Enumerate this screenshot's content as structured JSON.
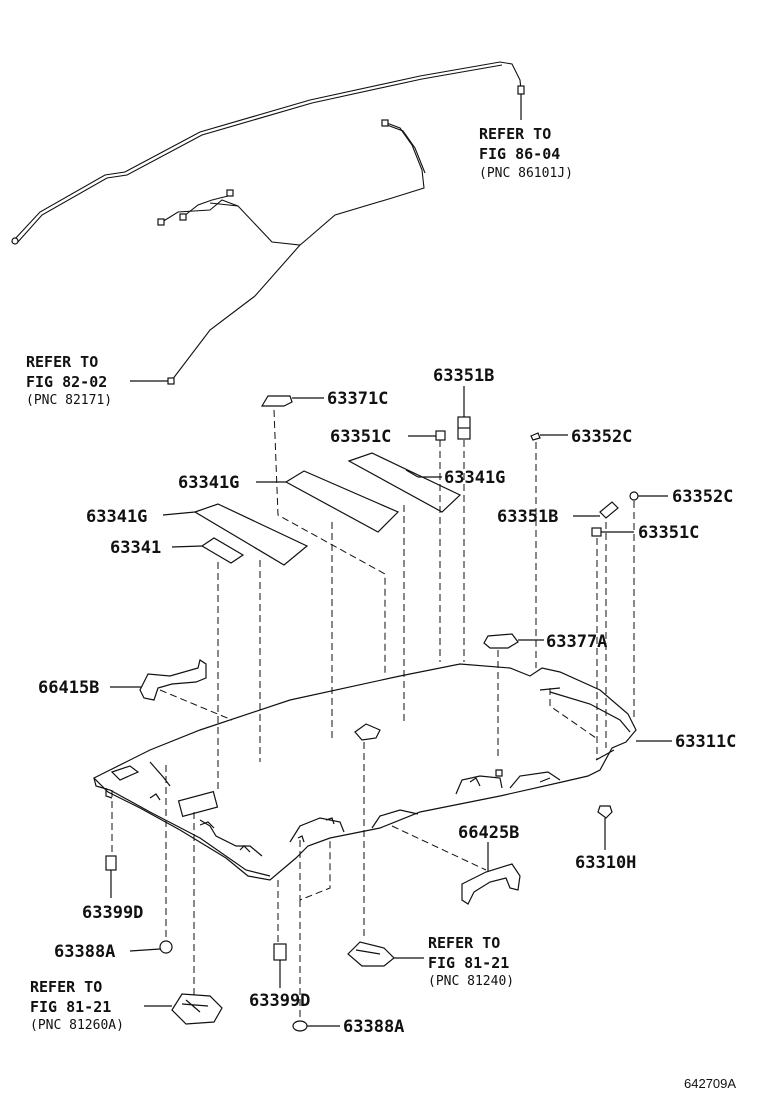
{
  "diagram_id": "642709A",
  "refs": {
    "wire_top": {
      "l1": "REFER TO",
      "l2": "FIG 86-04",
      "l3": "(PNC 86101J)"
    },
    "wire_left": {
      "l1": "REFER TO",
      "l2": "FIG 82-02",
      "l3": "(PNC 82171)"
    },
    "lamp_mid": {
      "l1": "REFER TO",
      "l2": "FIG 81-21",
      "l3": "(PNC 81240)"
    },
    "lamp_left": {
      "l1": "REFER TO",
      "l2": "FIG 81-21",
      "l3": "(PNC 81260A)"
    }
  },
  "parts": {
    "p63351B_top": "63351B",
    "p63371C": "63371C",
    "p63351C_top": "63351C",
    "p63352C_top": "63352C",
    "p63341G_right": "63341G",
    "p63341G_mid": "63341G",
    "p63352C_right": "63352C",
    "p63341G_left": "63341G",
    "p63351B_right": "63351B",
    "p63351C_right": "63351C",
    "p63341": "63341",
    "p63377A": "63377A",
    "p66415B": "66415B",
    "p63311C": "63311C",
    "p66425B": "66425B",
    "p63310H": "63310H",
    "p63399D_left": "63399D",
    "p63388A_left": "63388A",
    "p63399D_mid": "63399D",
    "p63388A_bottom": "63388A"
  }
}
